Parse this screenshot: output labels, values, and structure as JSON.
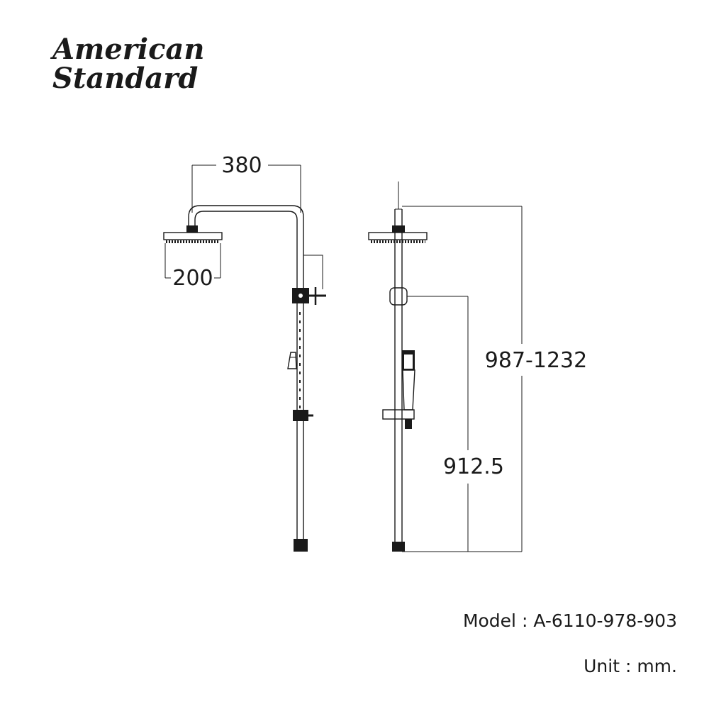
{
  "brand": {
    "line1": "American",
    "line2": "Standard"
  },
  "dimensions": {
    "arm_reach": "380",
    "head_size": "200",
    "total_height": "987-1232",
    "slide_bar_height": "912.5"
  },
  "info": {
    "model": "Model : A-6110-978-903",
    "unit": "Unit : mm."
  }
}
